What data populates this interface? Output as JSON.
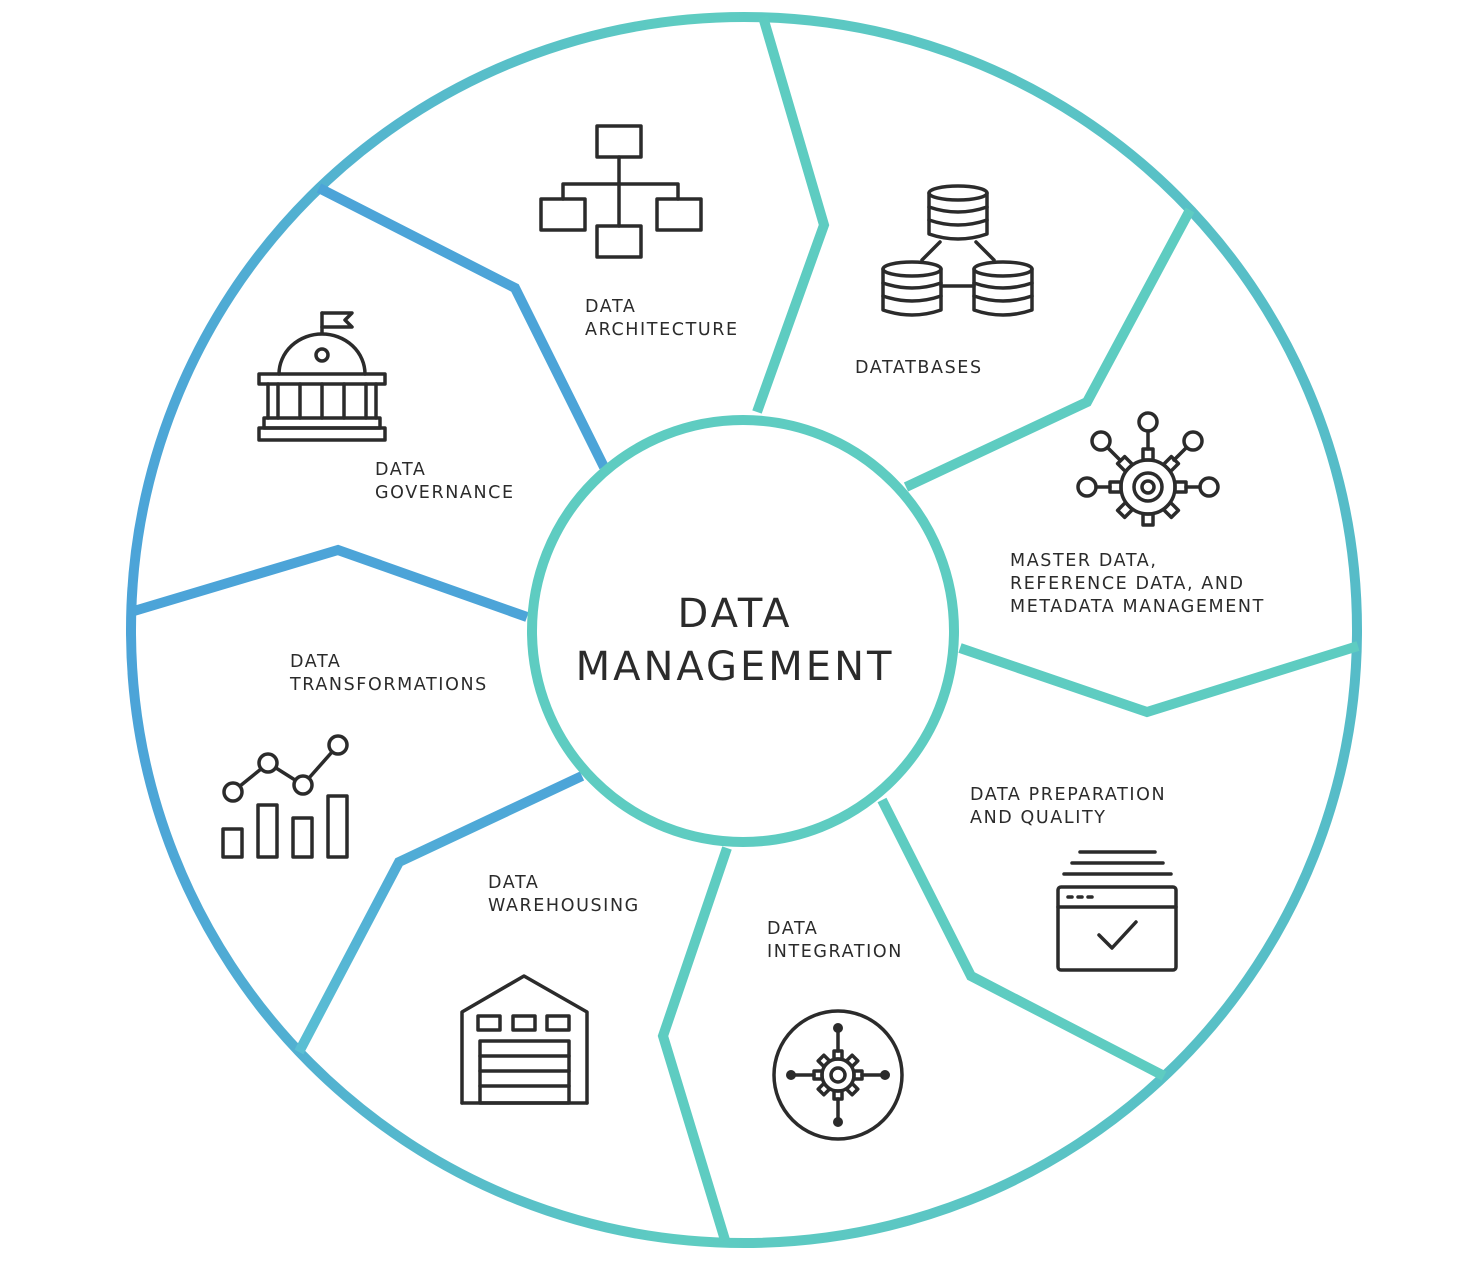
{
  "center": {
    "line1": "DATA",
    "line2": "MANAGEMENT"
  },
  "segments": [
    {
      "id": "architecture",
      "icon": "org-chart-icon",
      "line1": "DATA",
      "line2": "ARCHITECTURE"
    },
    {
      "id": "databases",
      "icon": "database-cluster-icon",
      "line1": "DATATBASES",
      "line2": ""
    },
    {
      "id": "master-data",
      "icon": "gear-network-icon",
      "line1": "MASTER DATA,",
      "line2": "REFERENCE DATA, AND",
      "line3": "METADATA MANAGEMENT"
    },
    {
      "id": "preparation",
      "icon": "checklist-window-icon",
      "line1": "DATA PREPARATION",
      "line2": "AND QUALITY"
    },
    {
      "id": "integration",
      "icon": "gear-hub-icon",
      "line1": "DATA",
      "line2": "INTEGRATION"
    },
    {
      "id": "warehousing",
      "icon": "warehouse-icon",
      "line1": "DATA",
      "line2": "WAREHOUSING"
    },
    {
      "id": "transformations",
      "icon": "chart-trend-icon",
      "line1": "DATA",
      "line2": "TRANSFORMATIONS"
    },
    {
      "id": "governance",
      "icon": "government-building-icon",
      "line1": "DATA",
      "line2": "GOVERNANCE"
    }
  ],
  "colors": {
    "teal": "#5ECCC1",
    "blue": "#4CA4D8",
    "text": "#2B2B2B"
  }
}
